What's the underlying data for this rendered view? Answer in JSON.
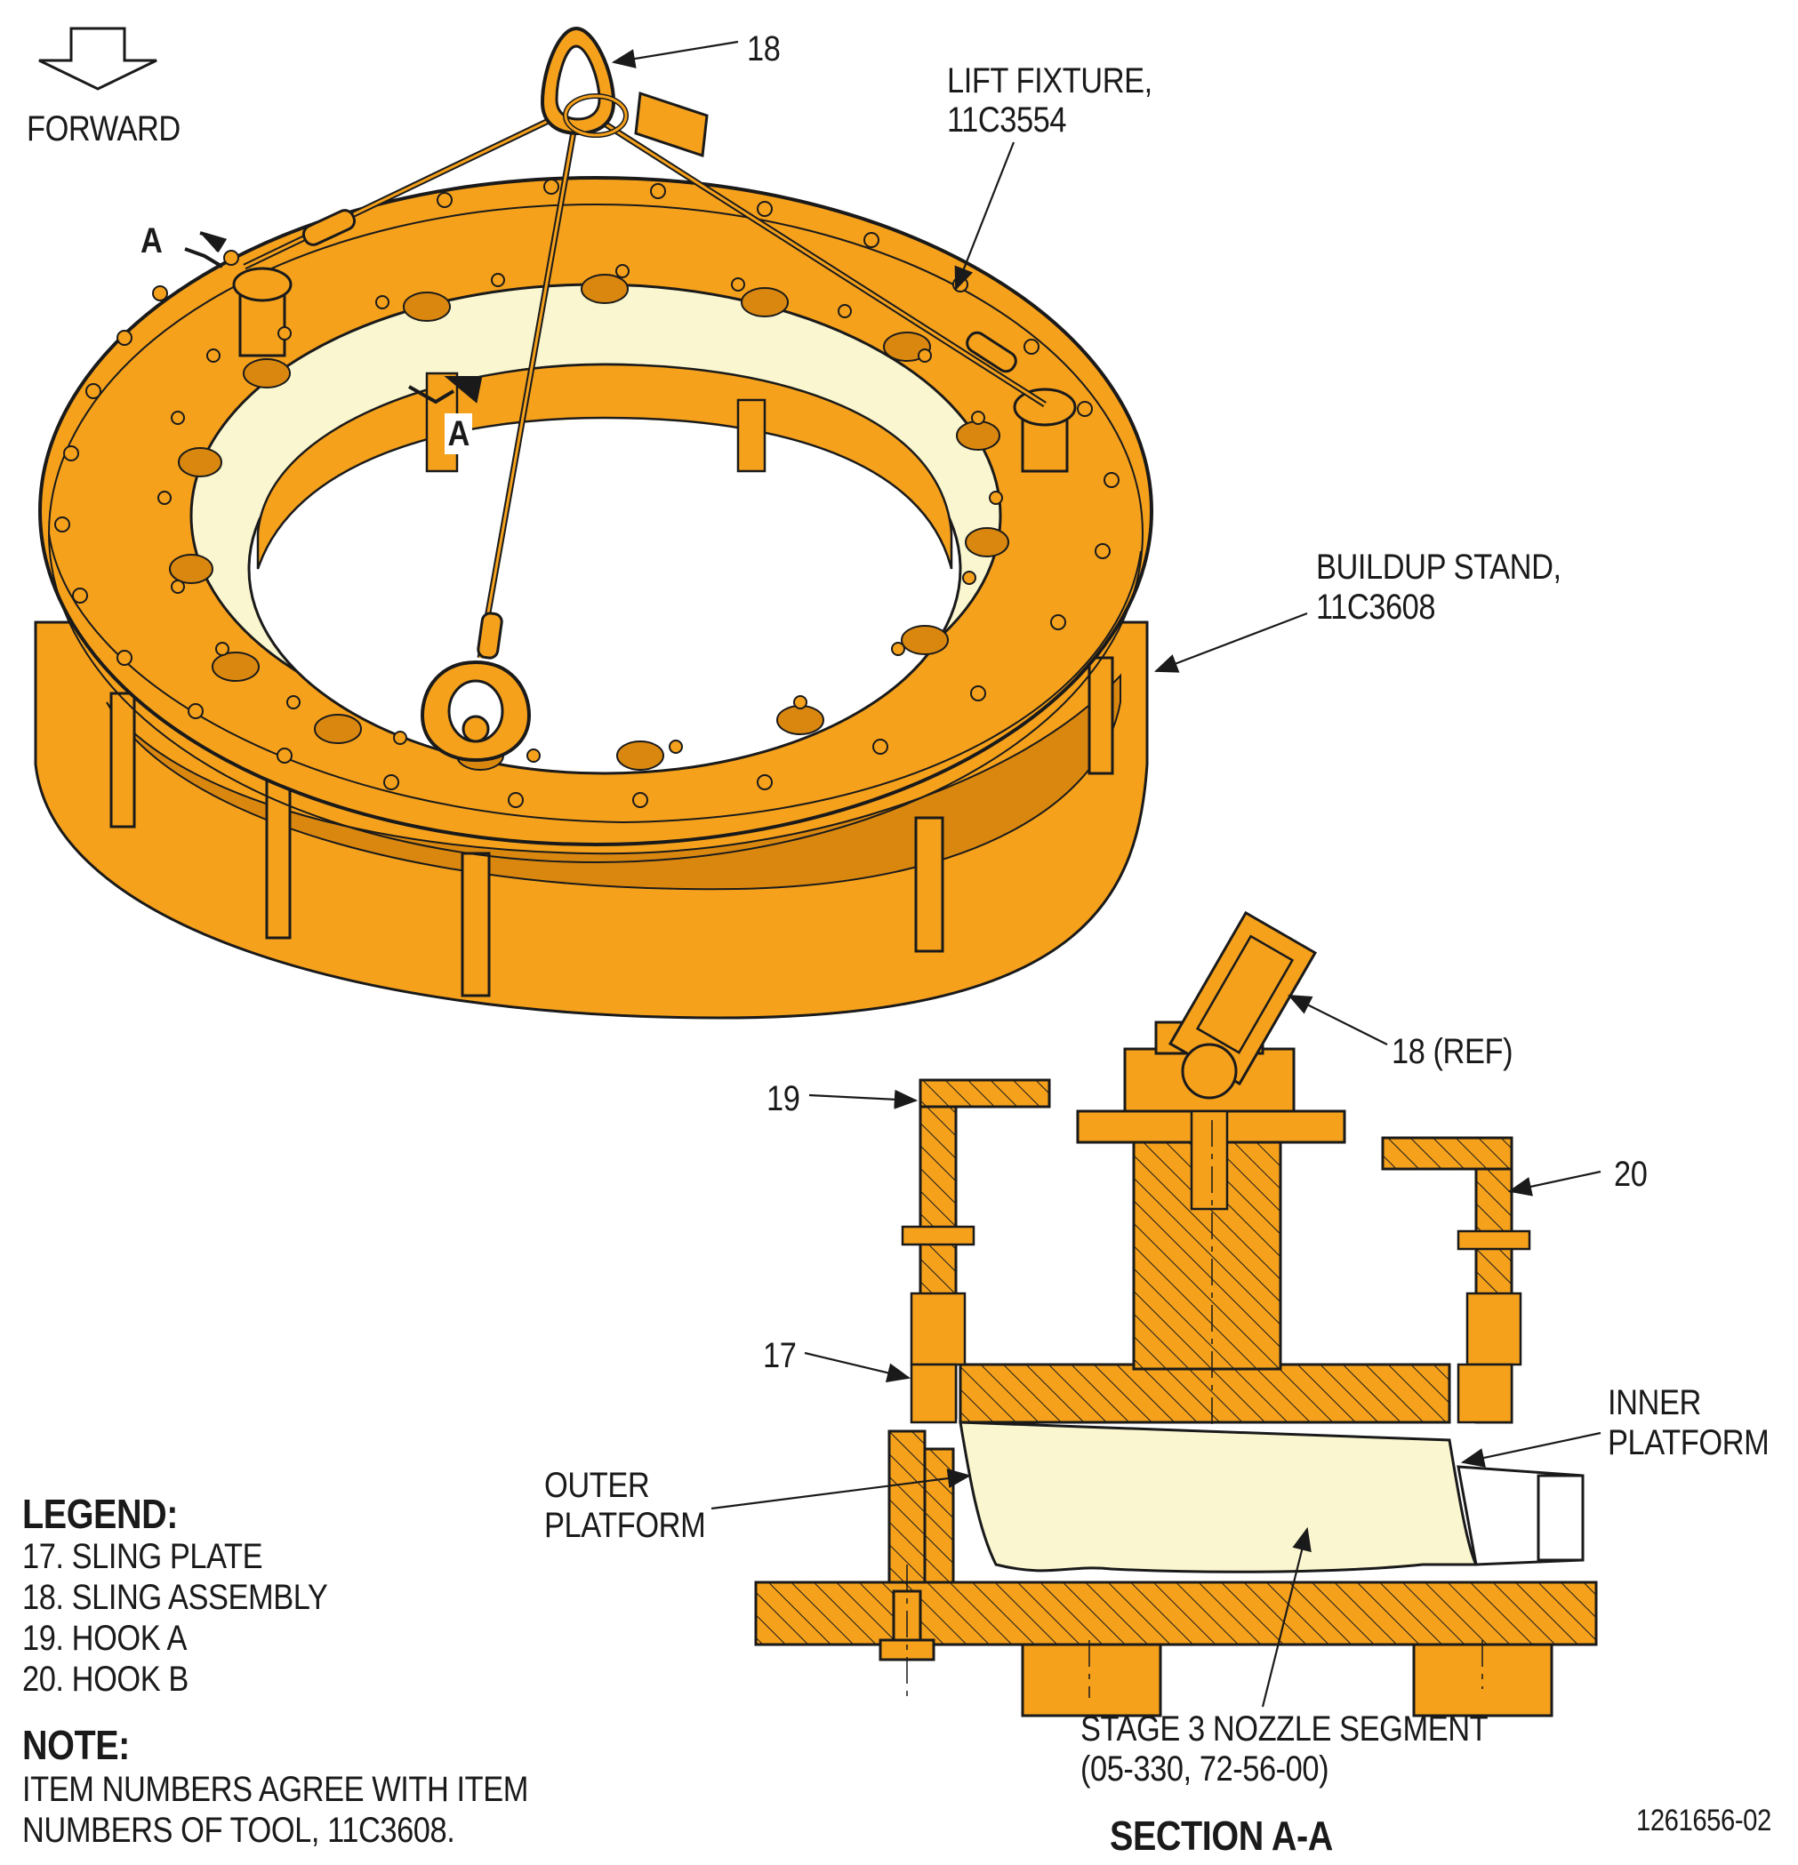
{
  "orientation": {
    "arrow_icon": "forward-arrow-icon",
    "forward_label": "FORWARD"
  },
  "callouts": {
    "item_18": "18",
    "lift_fixture_line1": "LIFT FIXTURE,",
    "lift_fixture_line2": "11C3554",
    "buildup_stand_line1": "BUILDUP STAND,",
    "buildup_stand_line2": "11C3608",
    "section_marker_a": "A",
    "item_18_ref": "18 (REF)",
    "item_19": "19",
    "item_20": "20",
    "item_17": "17",
    "inner_platform_line1": "INNER",
    "inner_platform_line2": "PLATFORM",
    "outer_platform_line1": "OUTER",
    "outer_platform_line2": "PLATFORM",
    "nozzle_line1": "STAGE 3 NOZZLE SEGMENT",
    "nozzle_line2": "(05-330, 72-56-00)",
    "section_title": "SECTION A-A"
  },
  "legend": {
    "title": "LEGEND:",
    "items": [
      "17. SLING PLATE",
      "18. SLING ASSEMBLY",
      "19. HOOK A",
      "20. HOOK B"
    ]
  },
  "note": {
    "title": "NOTE:",
    "line1": "ITEM NUMBERS AGREE WITH ITEM",
    "line2": "NUMBERS OF TOOL, 11C3608."
  },
  "figure_id": "1261656-02",
  "colors": {
    "tool_orange": "#F5A11C",
    "tool_orange_dark": "#D9870F",
    "part_cream": "#FAF6CF",
    "outline": "#1a1a1a"
  }
}
